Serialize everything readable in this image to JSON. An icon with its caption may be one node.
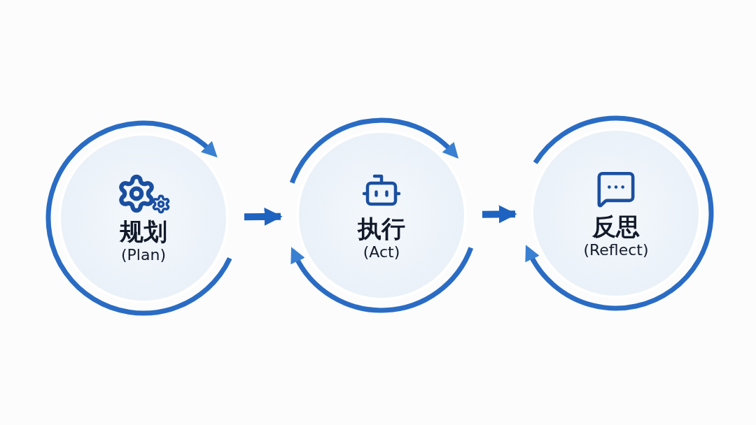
{
  "diagram": {
    "nodes": [
      {
        "text": [
          "规划",
          "(Plan)"
        ]
      },
      {
        "text": [
          "执行",
          "(Act)"
        ]
      },
      {
        "text": [
          "反思",
          "(Reflect)"
        ]
      }
    ],
    "edges": [
      {
        "from": 0,
        "to": 1,
        "arrow": "to"
      },
      {
        "from": 1,
        "to": 2,
        "arrow": "to"
      },
      {
        "from": 0,
        "to": 0,
        "arrow": "to"
      },
      {
        "from": 1,
        "to": 1,
        "arrow": "to"
      },
      {
        "from": 1,
        "to": 1,
        "arrow": "to"
      },
      {
        "from": 2,
        "to": 2,
        "arrow": "to"
      }
    ]
  }
}
